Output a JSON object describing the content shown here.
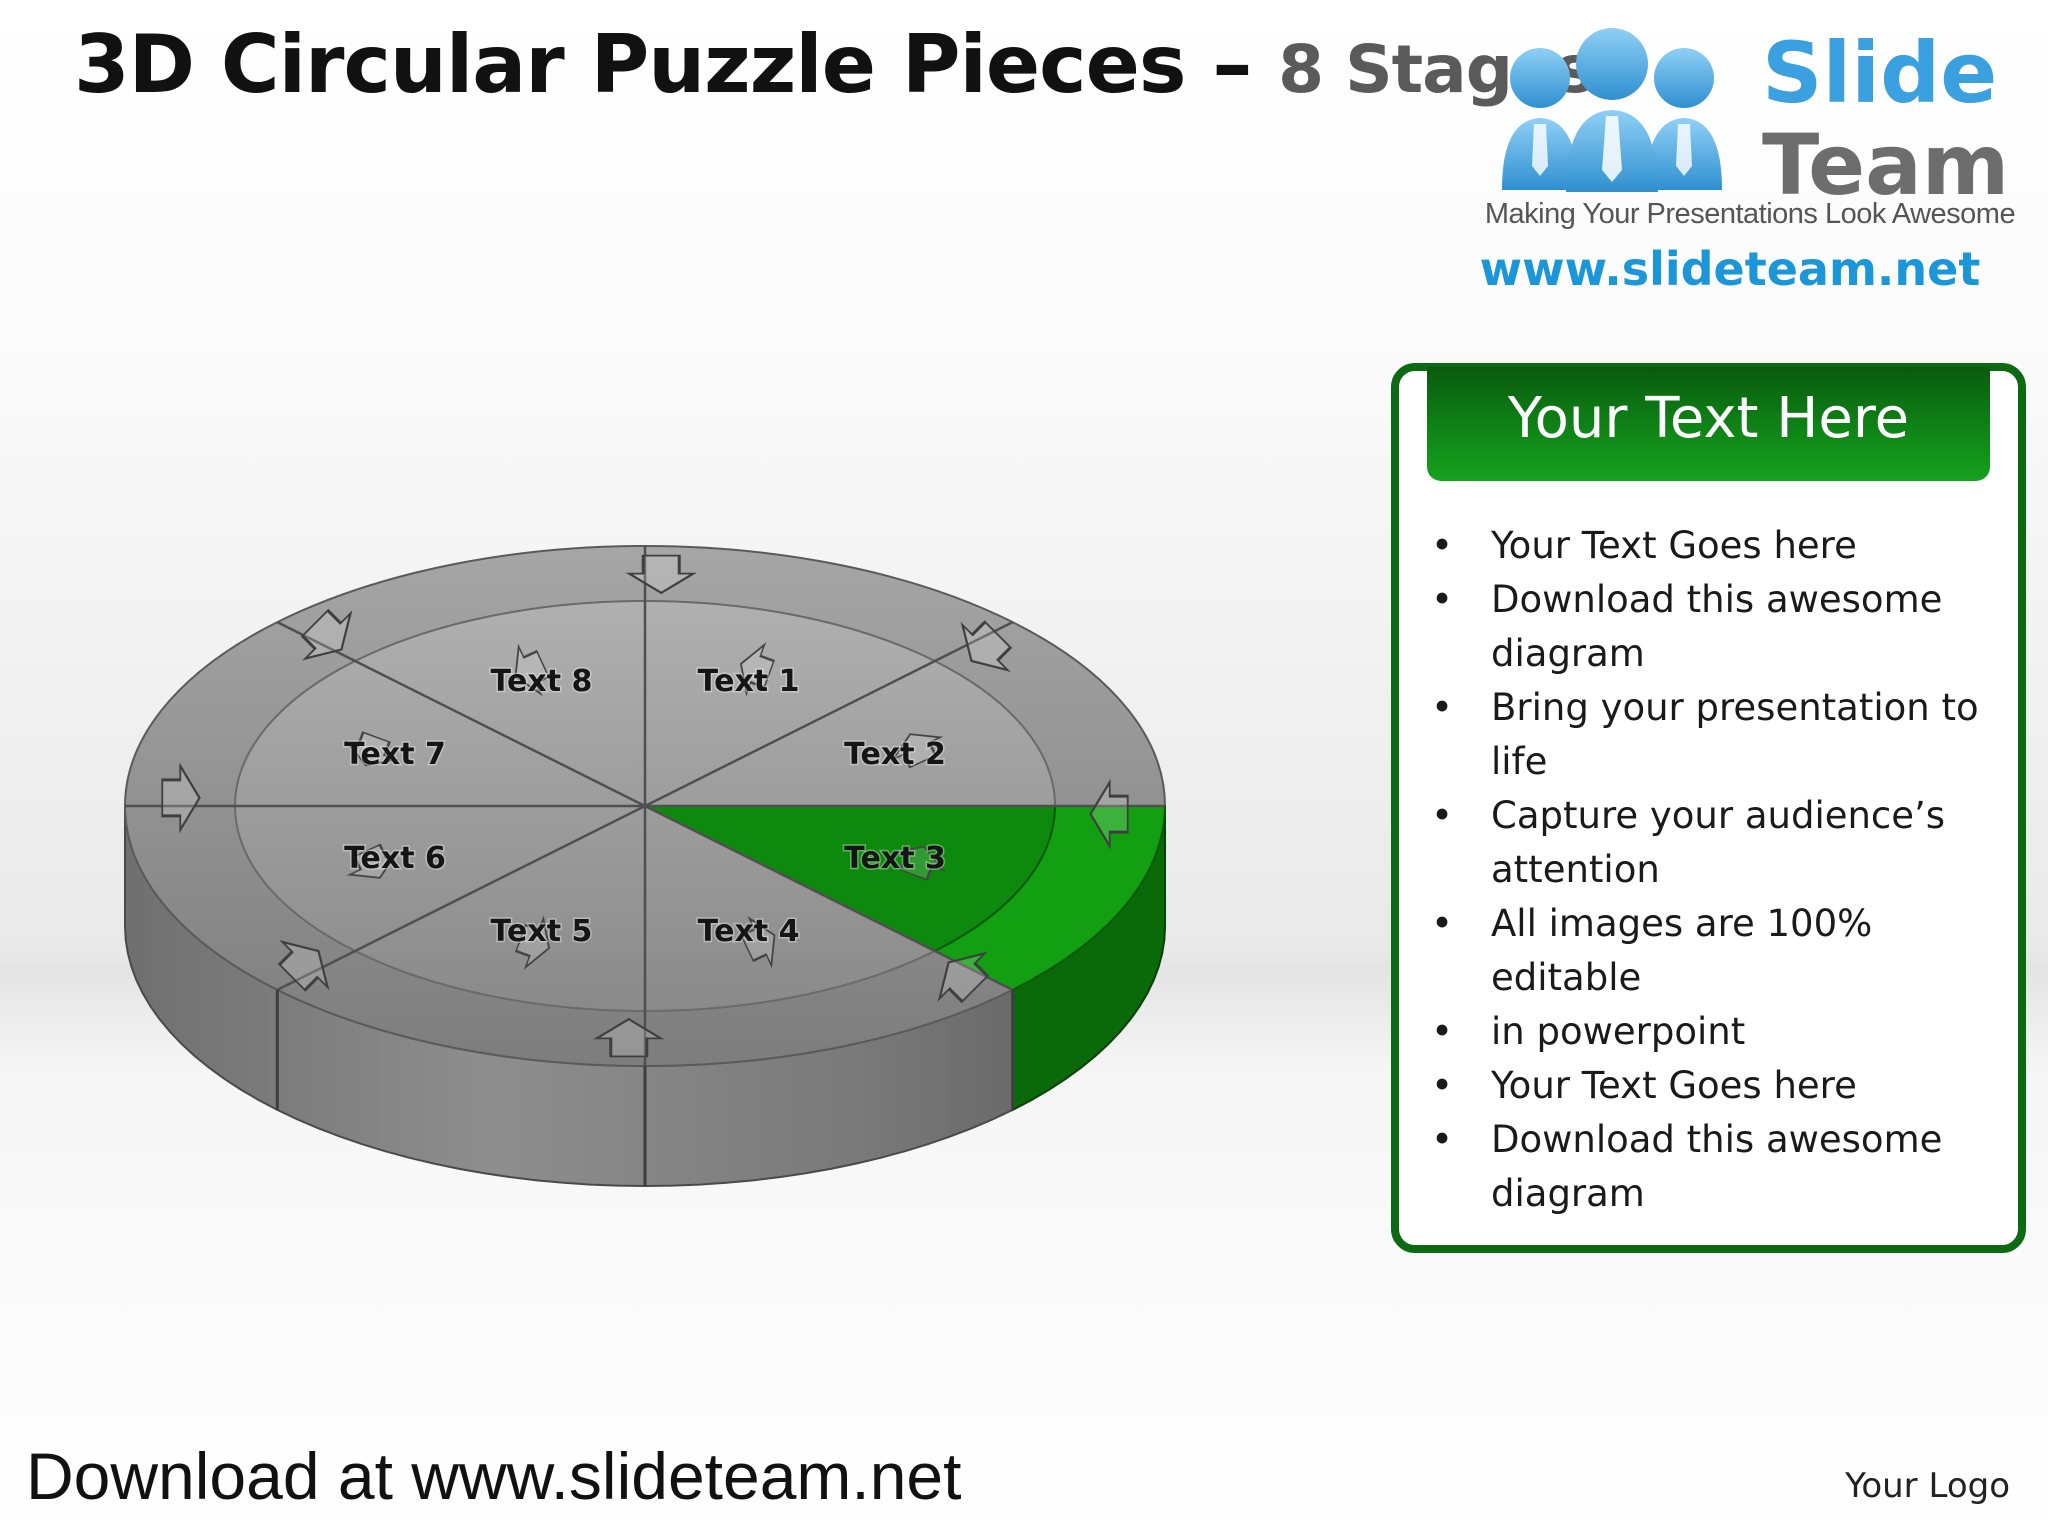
{
  "title": {
    "main": "3D Circular Puzzle Pieces",
    "dash": "–",
    "sub": "8 Stages"
  },
  "logo": {
    "word1": "Slide",
    "word2": "Team",
    "tagline": "Making Your Presentations Look Awesome",
    "url": "www.slideteam.net"
  },
  "diagram": {
    "segments": [
      {
        "label": "Text 1",
        "highlight": false
      },
      {
        "label": "Text 2",
        "highlight": false
      },
      {
        "label": "Text 3",
        "highlight": true
      },
      {
        "label": "Text 4",
        "highlight": false
      },
      {
        "label": "Text 5",
        "highlight": false
      },
      {
        "label": "Text 6",
        "highlight": false
      },
      {
        "label": "Text 7",
        "highlight": false
      },
      {
        "label": "Text  8",
        "highlight": false
      }
    ],
    "colors": {
      "gray": "#8e8e8e",
      "highlight": "#12a012"
    }
  },
  "panel": {
    "heading": "Your Text Here",
    "items": [
      "Your Text Goes here",
      "Download this awesome diagram",
      "Bring your presentation to life",
      "Capture your audience’s attention",
      "All images are 100% editable",
      "in powerpoint",
      "Your Text Goes here",
      "Download this awesome diagram"
    ],
    "bullet_char": "•",
    "color": "#0b6a12"
  },
  "footer": {
    "download": "Download at www.slideteam.net",
    "your_logo": "Your Logo"
  }
}
